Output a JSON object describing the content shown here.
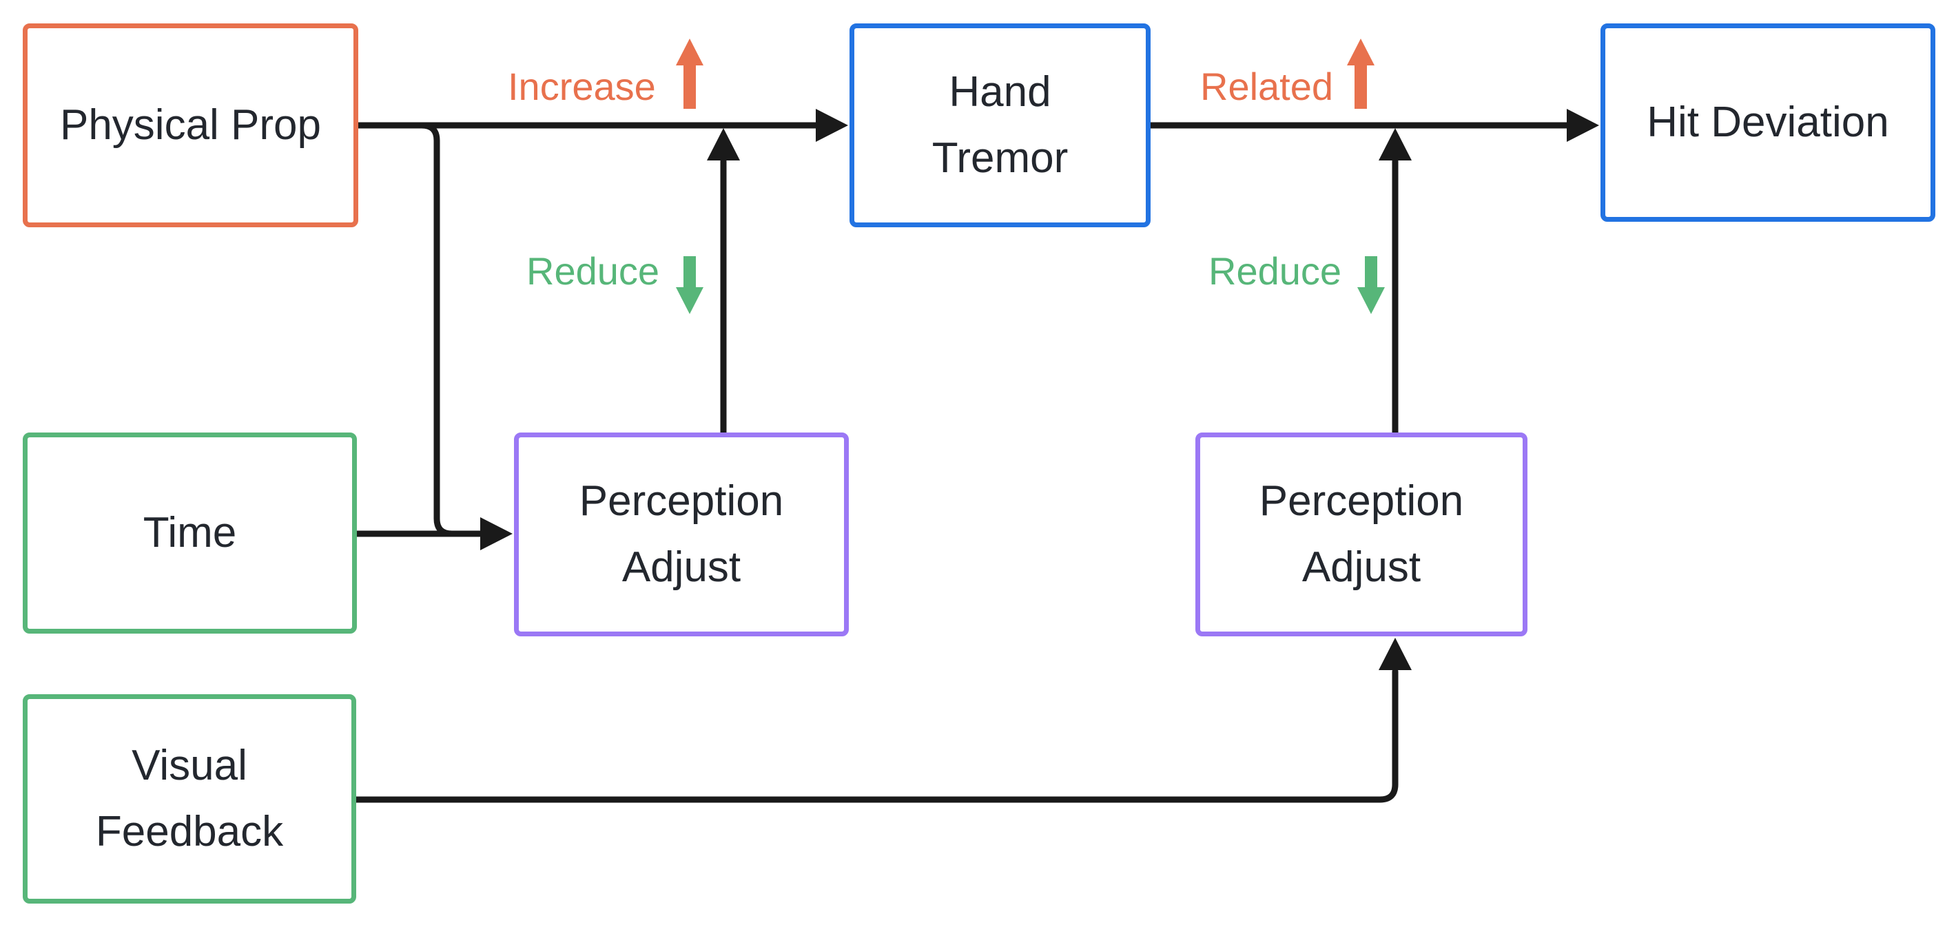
{
  "diagram_type": "flowchart",
  "colors": {
    "orange": "#E8714D",
    "blue": "#2273E2",
    "green": "#57B679",
    "purple": "#9B78F5",
    "line": "#1A1A1A",
    "text": "#23272E",
    "background": "#FFFFFF"
  },
  "nodes": {
    "physical_prop": {
      "label": "Physical Prop",
      "border": "orange"
    },
    "hand_tremor": {
      "label": "Hand Tremor",
      "border": "blue"
    },
    "hit_deviation": {
      "label": "Hit Deviation",
      "border": "blue"
    },
    "time": {
      "label": "Time",
      "border": "green"
    },
    "perception_adjust_left": {
      "label": "Perception Adjust",
      "border": "purple"
    },
    "perception_adjust_right": {
      "label": "Perception Adjust",
      "border": "purple"
    },
    "visual_feedback": {
      "label": "Visual Feedback",
      "border": "green"
    }
  },
  "edge_labels": {
    "increase": {
      "text": "Increase",
      "color": "orange",
      "arrow": "up"
    },
    "reduce_left": {
      "text": "Reduce",
      "color": "green",
      "arrow": "down"
    },
    "related": {
      "text": "Related",
      "color": "orange",
      "arrow": "up"
    },
    "reduce_right": {
      "text": "Reduce",
      "color": "green",
      "arrow": "down"
    }
  },
  "edges": [
    {
      "from": "physical_prop",
      "to": "hand_tremor",
      "label": "Increase"
    },
    {
      "from": "physical_prop",
      "to": "perception_adjust_left",
      "label": ""
    },
    {
      "from": "time",
      "to": "perception_adjust_left",
      "label": ""
    },
    {
      "from": "perception_adjust_left",
      "to": "hand_tremor",
      "label": "Reduce"
    },
    {
      "from": "hand_tremor",
      "to": "hit_deviation",
      "label": "Related"
    },
    {
      "from": "perception_adjust_right",
      "to": "hit_deviation",
      "label": "Reduce"
    },
    {
      "from": "visual_feedback",
      "to": "perception_adjust_right",
      "label": ""
    }
  ]
}
